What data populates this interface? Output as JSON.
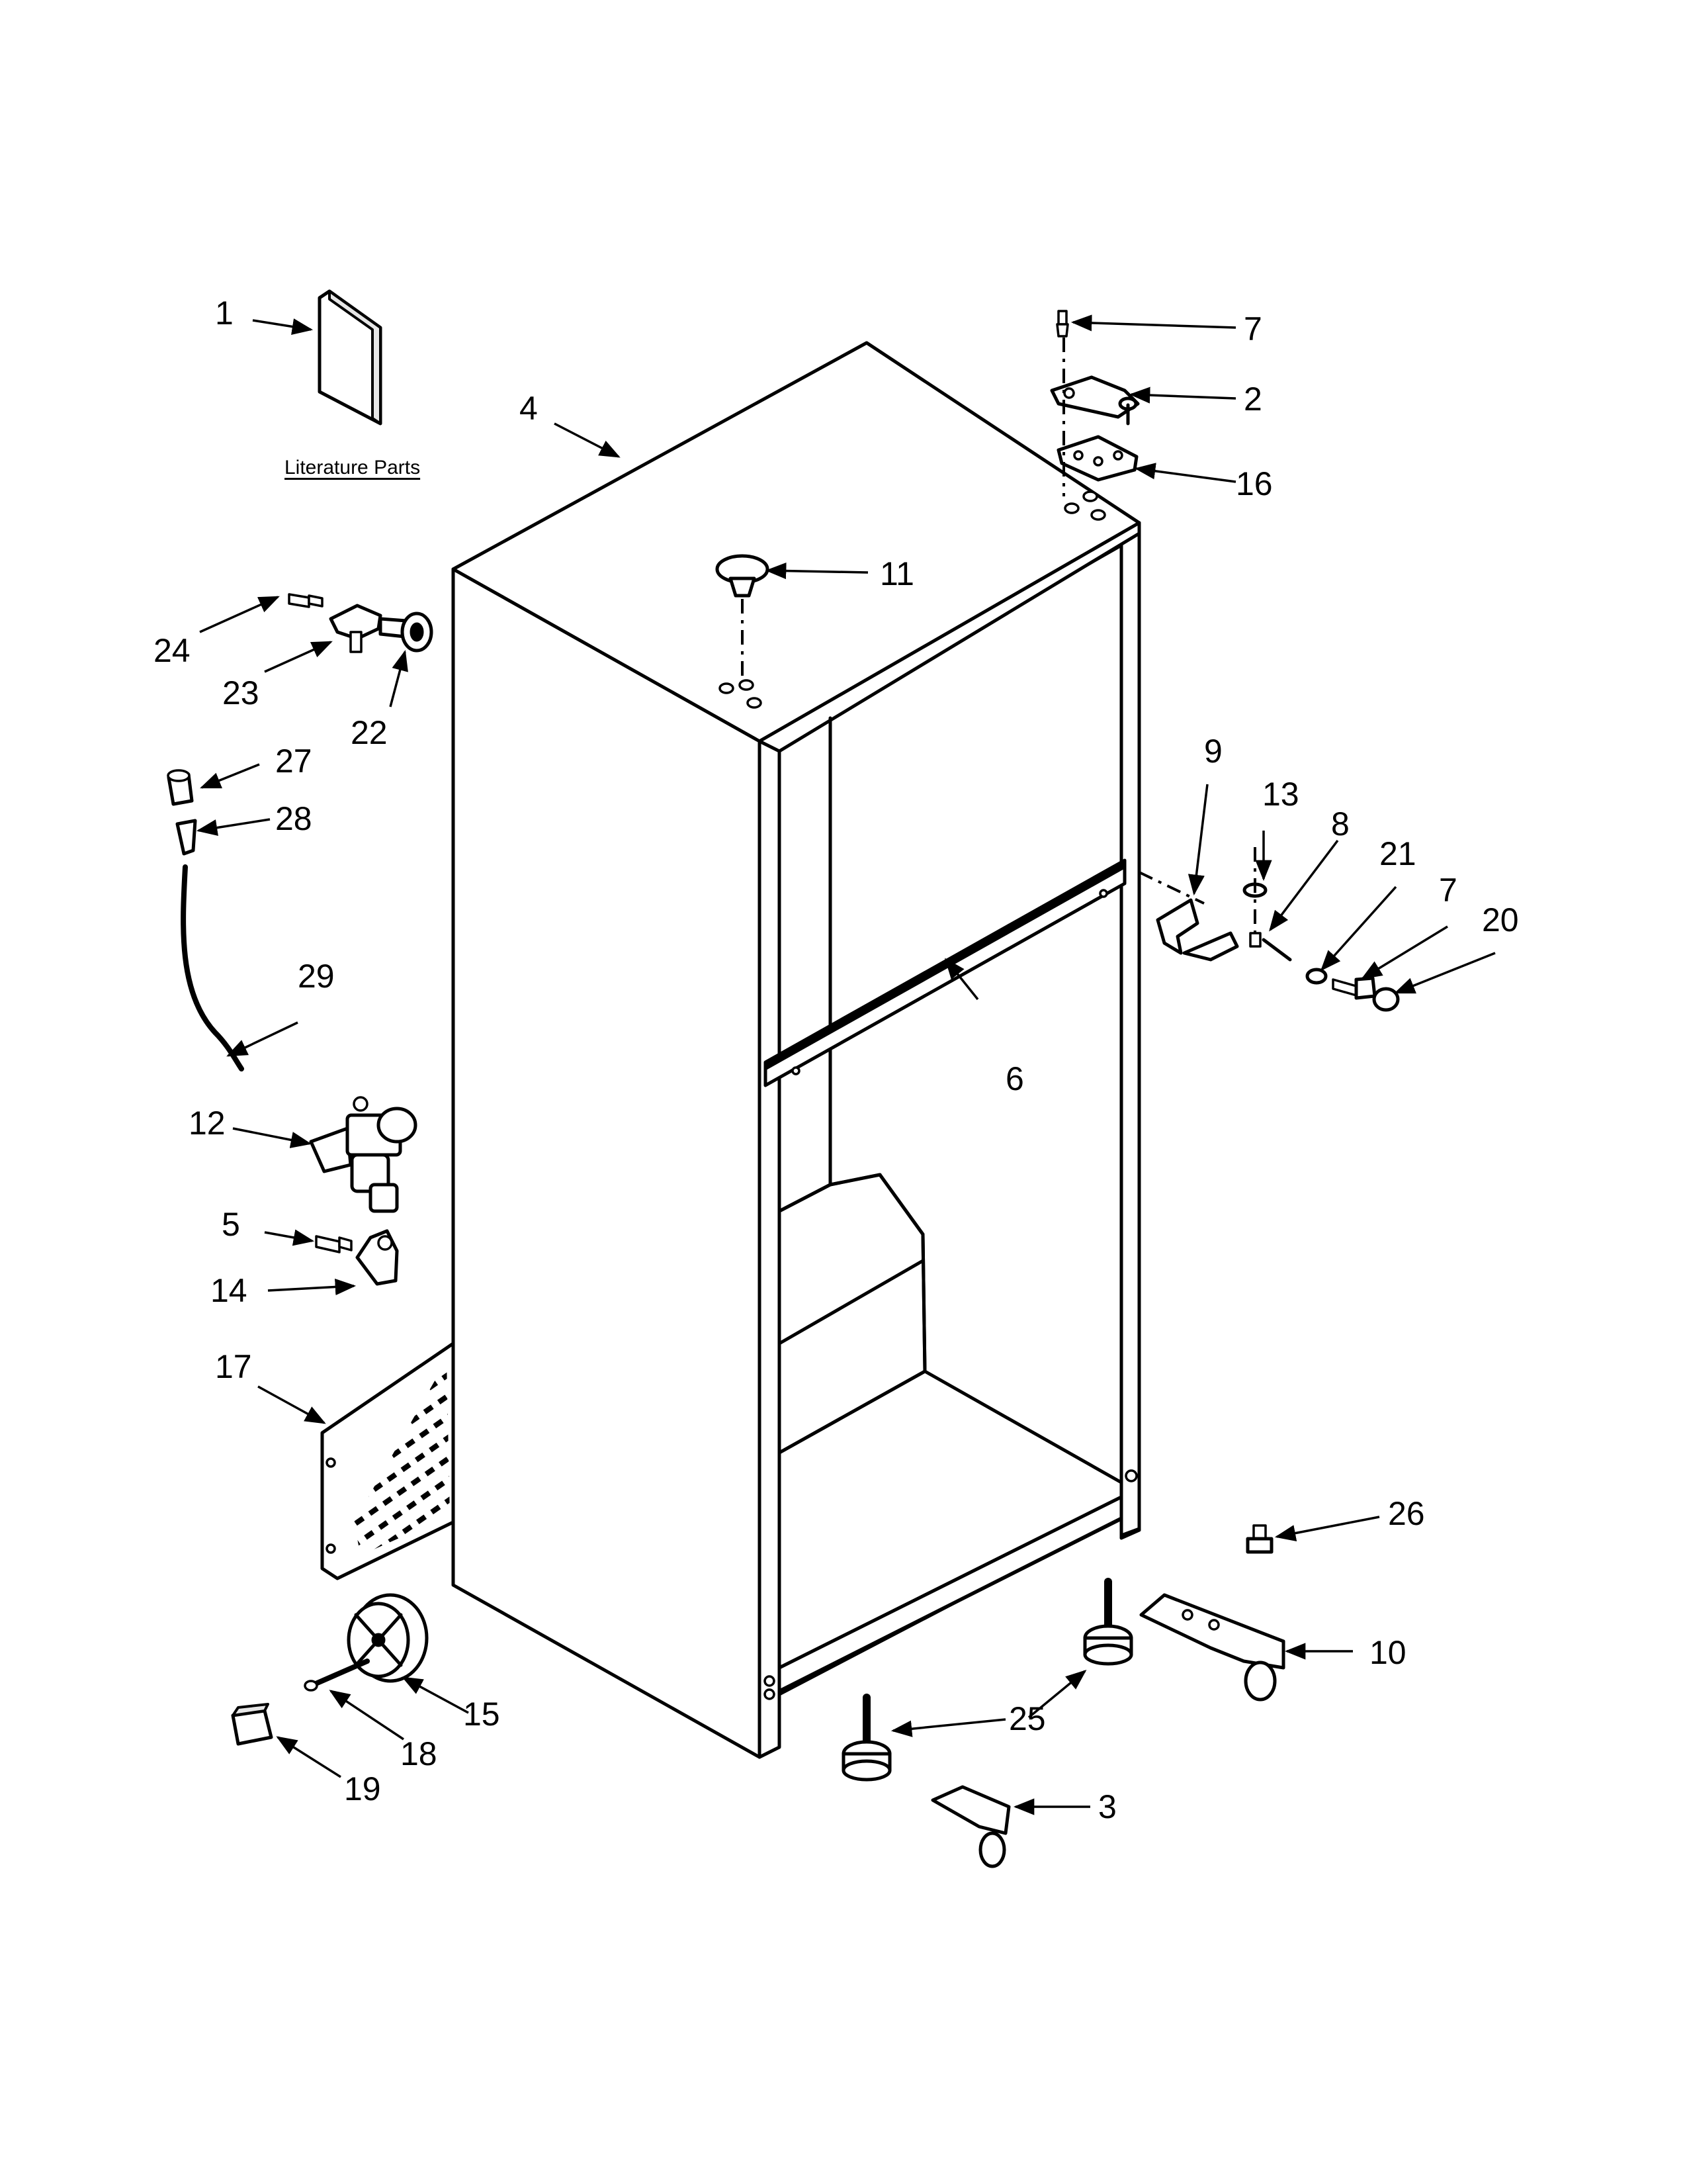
{
  "diagram": {
    "literature_label": "Literature Parts",
    "callouts": {
      "c1": "1",
      "c2": "2",
      "c3": "3",
      "c4": "4",
      "c5": "5",
      "c6": "6",
      "c7a": "7",
      "c7b": "7",
      "c8": "8",
      "c9": "9",
      "c10": "10",
      "c11": "11",
      "c12": "12",
      "c13": "13",
      "c14": "14",
      "c15": "15",
      "c16": "16",
      "c17": "17",
      "c18": "18",
      "c19": "19",
      "c20": "20",
      "c21": "21",
      "c22": "22",
      "c23": "23",
      "c24": "24",
      "c25": "25",
      "c26": "26",
      "c27": "27",
      "c28": "28",
      "c29": "29"
    }
  }
}
